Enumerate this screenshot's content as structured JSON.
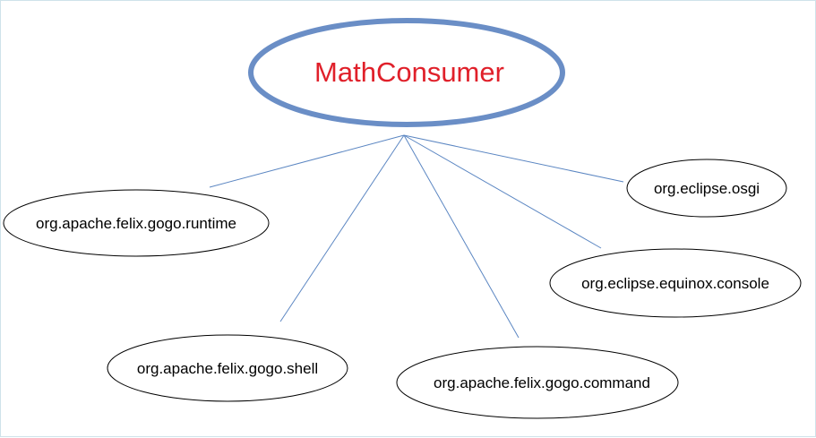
{
  "diagram": {
    "central": {
      "label": "MathConsumer",
      "text_color": "#e0202a",
      "border_color": "#6a8ec6",
      "fill_color": "#ffffff"
    },
    "nodes": [
      {
        "id": "runtime",
        "label": "org.apache.felix.gogo.runtime"
      },
      {
        "id": "shell",
        "label": "org.apache.felix.gogo.shell"
      },
      {
        "id": "command",
        "label": "org.apache.felix.gogo.command"
      },
      {
        "id": "console",
        "label": "org.eclipse.equinox.console"
      },
      {
        "id": "osgi",
        "label": "org.eclipse.osgi"
      }
    ],
    "connector_color": "#5b86c2",
    "node_border_color": "#000000"
  }
}
